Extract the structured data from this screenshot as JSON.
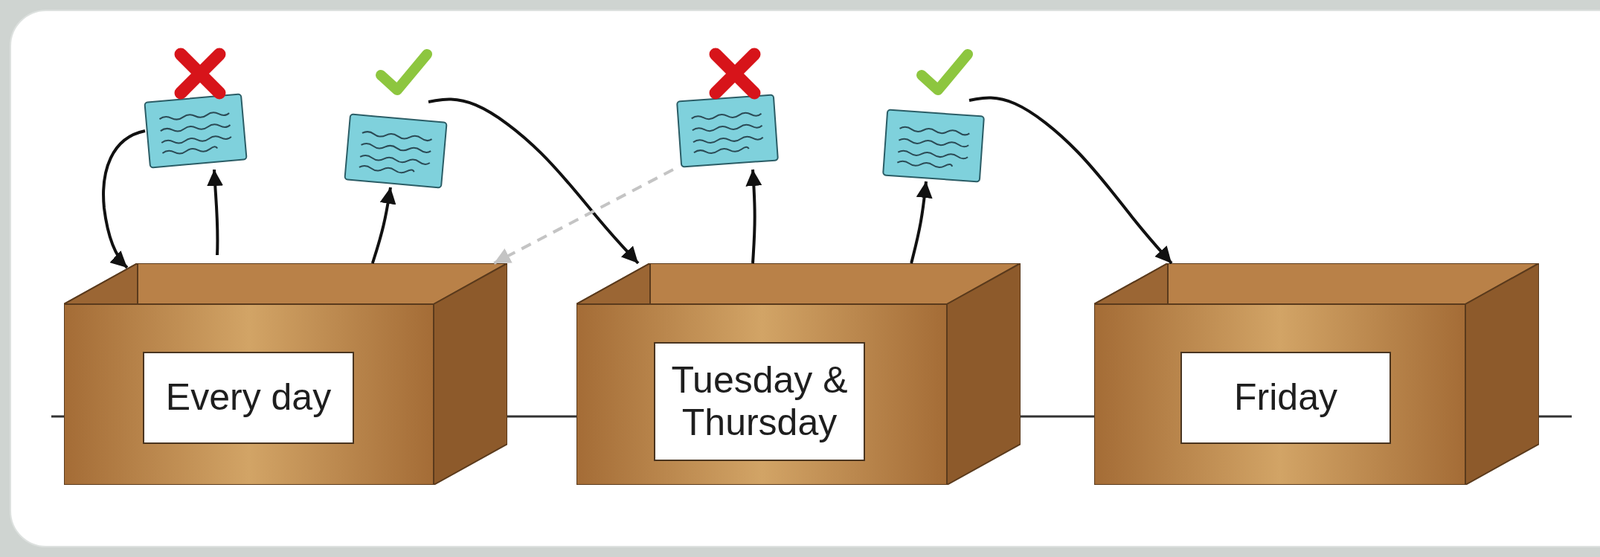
{
  "diagram": {
    "nodes": [
      {
        "text": [
          "Every day"
        ]
      },
      {
        "text": [
          "Tuesday & Thursday"
        ]
      },
      {
        "text": [
          "Friday"
        ]
      }
    ],
    "edges": [
      {
        "from": 0,
        "to": 1,
        "arrow": "to"
      },
      {
        "from": 1,
        "to": 2,
        "arrow": "to"
      },
      {
        "from": 1,
        "to": 0,
        "arrow": "to"
      }
    ]
  }
}
